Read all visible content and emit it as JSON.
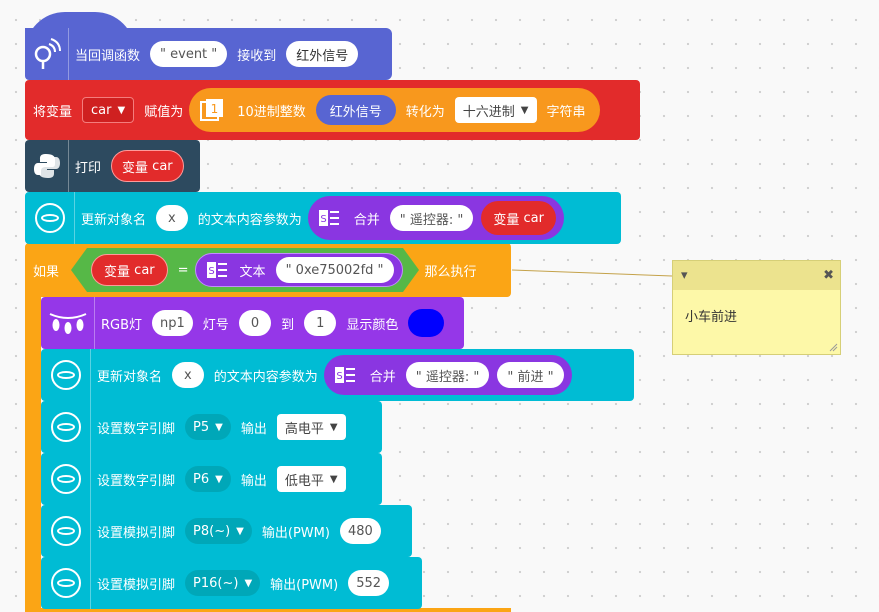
{
  "colors": {
    "debug": "#5865d2",
    "variable": "#e22b2b",
    "math": "#f8981d",
    "python": "#2d4a5f",
    "object": "#00bcd4",
    "control": "#fba515",
    "logic": "#56b847",
    "text": "#8a36e1",
    "rgb": "#9537e8",
    "pin_dd": "#00a7b8",
    "comment": "#fdf8a8"
  },
  "icons": {
    "debug": "lens-antenna-icon",
    "number": "number-box-icon",
    "python": "python-icon",
    "object": "object-lens-icon",
    "text": "text-doc-icon",
    "rgb": "rgb-lights-icon"
  },
  "blocks": {
    "hat": {
      "label1": "当回调函数",
      "event_value": "\" event \"",
      "label2": "接收到",
      "signal": "红外信号"
    },
    "setvar": {
      "label1": "将变量",
      "var": "car",
      "label2": "赋值为",
      "num_label": "10进制整数",
      "signal": "红外信号",
      "convert_label": "转化为",
      "convert_value": "十六进制",
      "string_label": "字符串"
    },
    "print": {
      "label": "打印",
      "var_prefix": "变量",
      "var_name": "car"
    },
    "update1": {
      "label1": "更新对象名",
      "obj": "x",
      "label2": "的文本内容参数为",
      "join_label": "合并",
      "text1": "\" 遥控器: \"",
      "var_prefix": "变量",
      "var_name": "car"
    },
    "if": {
      "label_if": "如果",
      "var_prefix": "变量",
      "var_name": "car",
      "eq": "=",
      "text_label": "文本",
      "text_value": "\" 0xe75002fd \"",
      "label_then": "那么执行"
    },
    "rgb": {
      "label1": "RGB灯",
      "np": "np1",
      "label2": "灯号",
      "from": "0",
      "label3": "到",
      "to": "1",
      "label4": "显示颜色",
      "color": "#0000ff"
    },
    "update2": {
      "label1": "更新对象名",
      "obj": "x",
      "label2": "的文本内容参数为",
      "join_label": "合并",
      "text1": "\" 遥控器: \"",
      "text2": "\" 前进 \""
    },
    "digital1": {
      "label1": "设置数字引脚",
      "pin": "P5",
      "label2": "输出",
      "level": "高电平"
    },
    "digital2": {
      "label1": "设置数字引脚",
      "pin": "P6",
      "label2": "输出",
      "level": "低电平"
    },
    "analog1": {
      "label1": "设置模拟引脚",
      "pin": "P8(~)",
      "label2": "输出(PWM)",
      "value": "480"
    },
    "analog2": {
      "label1": "设置模拟引脚",
      "pin": "P16(~)",
      "label2": "输出(PWM)",
      "value": "552"
    }
  },
  "comment": {
    "collapse_glyph": "▾",
    "close_glyph": "✖",
    "text": "小车前进"
  }
}
